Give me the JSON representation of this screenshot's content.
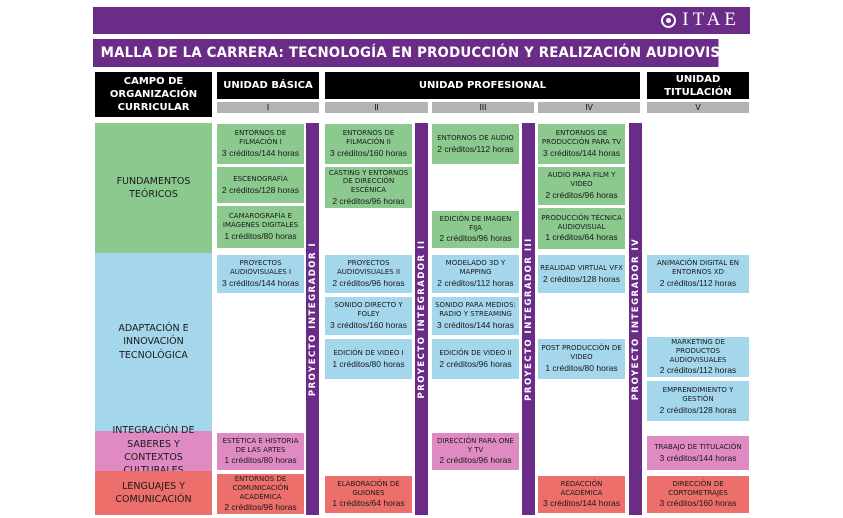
{
  "brand": {
    "logo_text": "ITAE"
  },
  "title": "MALLA  DE LA CARRERA: TECNOLOGÍA EN PRODUCCIÓN Y REALIZACIÓN AUDIOVISUAL",
  "headers": {
    "campo": "CAMPO DE ORGANIZACIÓN CURRICULAR",
    "basica": "UNIDAD BÁSICA",
    "profesional": "UNIDAD PROFESIONAL",
    "titulacion": "UNIDAD TITULACIÓN"
  },
  "semesters": [
    "I",
    "II",
    "III",
    "IV",
    "V"
  ],
  "fields": [
    "FUNDAMENTOS TEÓRICOS",
    "ADAPTACIÓN E INNOVACIÓN TECNOLÓGICA",
    "INTEGRACIÓN DE SABERES Y CONTEXTOS CULTURALES",
    "LENGUAJES Y COMUNICACIÓN"
  ],
  "integradores": [
    "PROYECTO INTEGRADOR I",
    "PROYECTO INTEGRADOR II",
    "PROYECTO INTEGRADOR III",
    "PROYECTO INTEGRADOR IV"
  ],
  "courses": [
    {
      "title": "ENTORNOS DE FILMACIÓN I",
      "credits": "3 créditos/144 horas"
    },
    {
      "title": "ESCENOGRAFÍA",
      "credits": "2 créditos/128 horas"
    },
    {
      "title": "CAMAROGRAFÍA E IMÁGENES DIGITALES",
      "credits": "1 créditos/80 horas"
    },
    {
      "title": "PROYECTOS AUDIOVISUALES I",
      "credits": "3 créditos/144 horas"
    },
    {
      "title": "ESTÉTICA E HISTORIA DE LAS ARTES",
      "credits": "1 créditos/80 horas"
    },
    {
      "title": "ENTORNOS DE COMUNICACIÓN ACADÉMICA",
      "credits": "2 créditos/96 horas"
    },
    {
      "title": "ENTORNOS DE FILMACIÓN II",
      "credits": "3 créditos/160 horas"
    },
    {
      "title": "CASTING Y ENTORNOS DE DIRECCIÓN ESCÉNICA",
      "credits": "2 créditos/96 horas"
    },
    {
      "title": "PROYECTOS AUDIOVISUALES II",
      "credits": "2 créditos/96 horas"
    },
    {
      "title": "SONIDO DIRECTO Y FOLEY",
      "credits": "3 créditos/160 horas"
    },
    {
      "title": "EDICIÓN DE VIDEO I",
      "credits": "1 créditos/80 horas"
    },
    {
      "title": "ELABORACIÓN DE GUIONES",
      "credits": "1 créditos/64 horas"
    },
    {
      "title": "ENTORNOS DE AUDIO",
      "credits": "2 créditos/112 horas"
    },
    {
      "title": "EDICIÓN DE IMAGEN FIJA",
      "credits": "2 créditos/96 horas"
    },
    {
      "title": "MODELADO 3D Y MAPPING",
      "credits": "2 créditos/112 horas"
    },
    {
      "title": "SONIDO PARA MEDIOS: RADIO Y STREAMING",
      "credits": "3 créditos/144 horas"
    },
    {
      "title": "EDICIÓN DE VIDEO II",
      "credits": "2 créditos/96 horas"
    },
    {
      "title": "DIRECCIÓN PARA ONE Y TV",
      "credits": "2 créditos/96 horas"
    },
    {
      "title": "ENTORNOS DE PRODUCCIÓN PARA TV",
      "credits": "3 créditos/144 horas"
    },
    {
      "title": "AUDIO PARA FILM Y VIDEO",
      "credits": "2 créditos/96 horas"
    },
    {
      "title": "PRODUCCIÓN TÉCNICA AUDIOVISUAL",
      "credits": "1 créditos/64 horas"
    },
    {
      "title": "REALIDAD VIRTUAL VFX",
      "credits": "2 créditos/128 horas"
    },
    {
      "title": "POST PRODUCCIÓN DE VIDEO",
      "credits": "1 créditos/80 horas"
    },
    {
      "title": "REDACCIÓN ACADÉMICA",
      "credits": "3 créditos/144 horas"
    },
    {
      "title": "ANIMACIÓN DIGITAL EN ENTORNOS XD",
      "credits": "2 créditos/112 horas"
    },
    {
      "title": "MARKETING DE PRODUCTOS AUDIOVISUALES",
      "credits": "2 créditos/112 horas"
    },
    {
      "title": "EMPRENDIMIENTO Y GESTIÓN",
      "credits": "2 créditos/128 horas"
    },
    {
      "title": "TRABAJO DE TITULACIÓN",
      "credits": "3 créditos/144 horas"
    },
    {
      "title": "DIRECCIÓN DE CORTOMETRAJES",
      "credits": "3 créditos/160 horas"
    }
  ]
}
